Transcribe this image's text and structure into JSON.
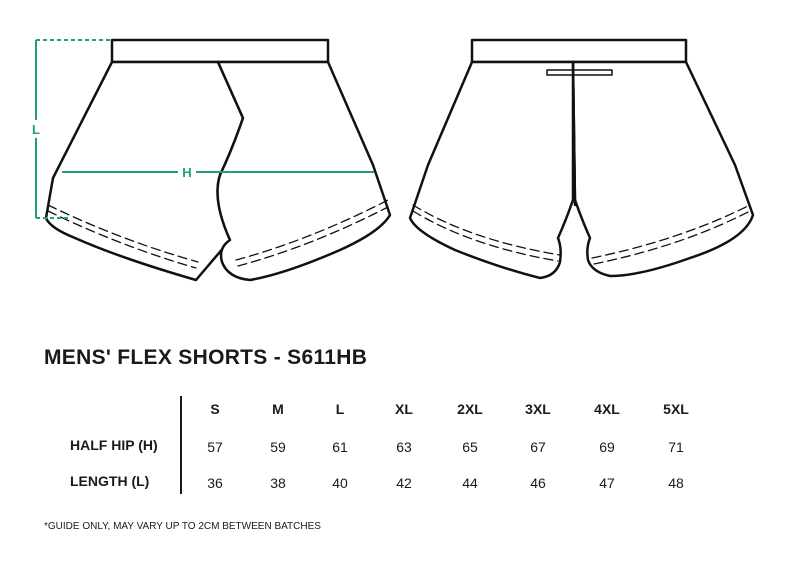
{
  "diagram": {
    "length_label": "L",
    "hip_label": "H",
    "measure_color": "#1ea36a"
  },
  "title": "MENS' FLEX SHORTS - S611HB",
  "table": {
    "sizes": [
      "S",
      "M",
      "L",
      "XL",
      "2XL",
      "3XL",
      "4XL",
      "5XL"
    ],
    "rows": [
      {
        "label": "HALF HIP (H)",
        "values": [
          "57",
          "59",
          "61",
          "63",
          "65",
          "67",
          "69",
          "71"
        ]
      },
      {
        "label": "LENGTH (L)",
        "values": [
          "36",
          "38",
          "40",
          "42",
          "44",
          "46",
          "47",
          "48"
        ]
      }
    ]
  },
  "footnote": "*GUIDE ONLY, MAY VARY UP TO 2CM BETWEEN BATCHES"
}
